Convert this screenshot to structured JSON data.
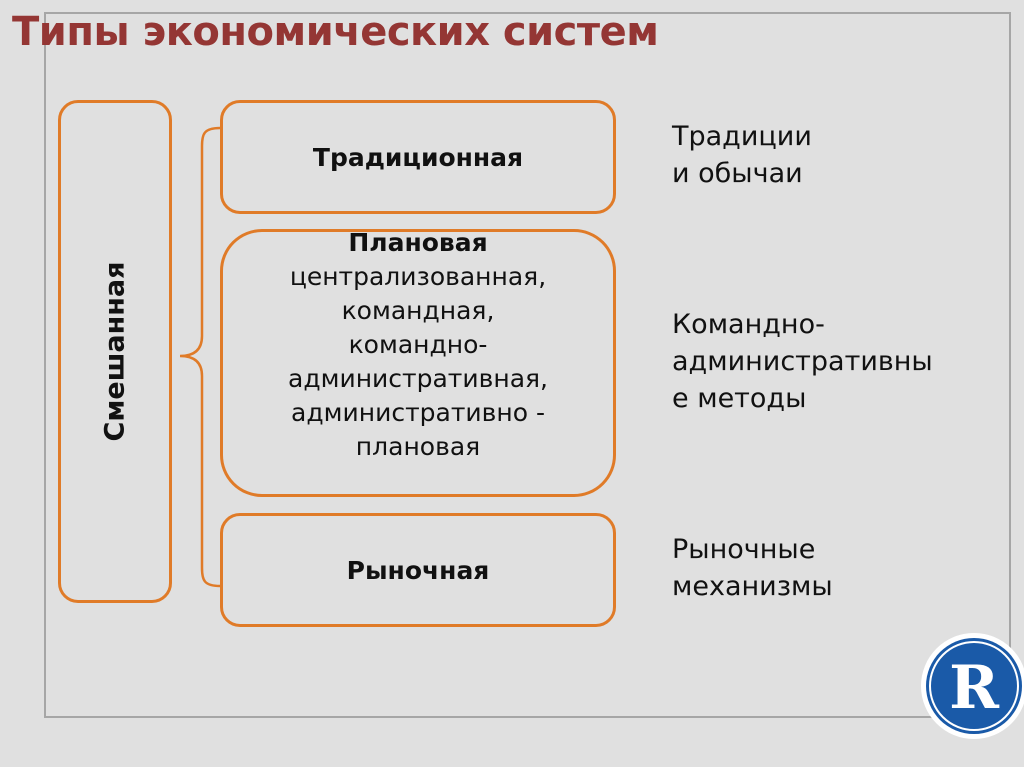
{
  "slide": {
    "title": "Типы экономических систем",
    "colors": {
      "title": "#943634",
      "box_border": "#e07b28",
      "background": "#e0e0e0",
      "frame": "#a6a6a6",
      "logo_blue": "#1a5aa8"
    }
  },
  "diagram": {
    "mixed_label": "Смешанная",
    "types": [
      {
        "label": "Традиционная"
      },
      {
        "label_bold": "Плановая",
        "label_lines": [
          "централизованная,",
          "командная,",
          "командно-",
          "административная,",
          "административно -",
          "плановая"
        ]
      },
      {
        "label": "Рыночная"
      }
    ],
    "descriptions": [
      "Традиции\nи обычаи",
      "Командно-\nадминистративны\nе методы",
      "Рыночные\nмеханизмы"
    ]
  },
  "logo": {
    "icon": "hse-logo-icon"
  }
}
